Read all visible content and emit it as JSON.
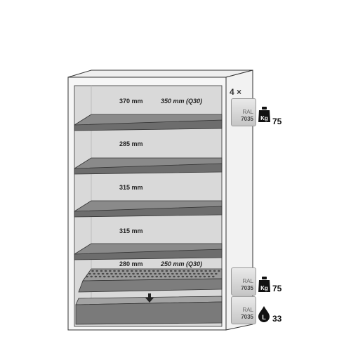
{
  "cabinet": {
    "compartments": [
      {
        "height": "370 mm",
        "alt_height": "350 mm (Q30)"
      },
      {
        "height": "285 mm",
        "alt_height": ""
      },
      {
        "height": "315 mm",
        "alt_height": ""
      },
      {
        "height": "315 mm",
        "alt_height": ""
      },
      {
        "height": "280 mm",
        "alt_height": "250 mm (Q30)"
      }
    ]
  },
  "accessories": {
    "shelf_count": "4 ×",
    "ral_label": "RAL",
    "ral_code": "7035",
    "shelf_load": {
      "unit": "Kg",
      "value": "75"
    },
    "perforated_insert_load": {
      "unit": "Kg",
      "value": "75"
    },
    "sump_volume": {
      "unit": "L",
      "value": "33"
    }
  },
  "colors": {
    "cabinet_body": "#f4f4f4",
    "cabinet_interior": "#d8d8d8",
    "shelf": "#7a7a7a",
    "outline": "#333333"
  }
}
